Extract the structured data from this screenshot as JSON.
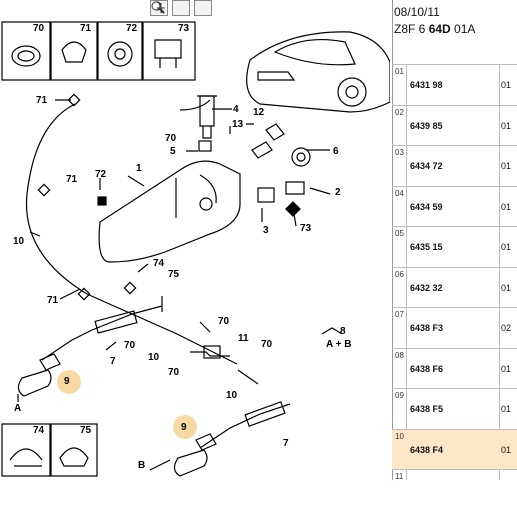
{
  "toolbar": {
    "zoom_in": "zoom-in",
    "zoom_out": "zoom-out",
    "move": "move"
  },
  "header": {
    "date": "08/10/11",
    "code_prefix": "Z8F 6",
    "code_bold": "64D",
    "code_suffix": "01A"
  },
  "callouts": {
    "c70a": "70",
    "c71a": "71",
    "c72a": "72",
    "c73a": "73",
    "c71": "71",
    "c4": "4",
    "c12": "12",
    "c70": "70",
    "c13": "13",
    "c5": "5",
    "c6": "6",
    "c1": "1",
    "c71b": "71",
    "c72": "72",
    "c2": "2",
    "c10": "10",
    "c3": "3",
    "c73": "73",
    "c74": "74",
    "c75": "75",
    "c71c": "71",
    "c70b": "70",
    "c8": "8",
    "c8ab": "A + B",
    "c7": "7",
    "c70c": "70",
    "c11": "11",
    "c10b": "10",
    "c70d": "70",
    "c9": "9",
    "c70e": "70",
    "cA": "A",
    "c9b": "9",
    "c10c": "10",
    "c7b": "7",
    "cB": "B",
    "c74b": "74",
    "c75b": "75"
  },
  "parts": [
    {
      "num": "01",
      "ref": "6431 98",
      "qty": "01"
    },
    {
      "num": "02",
      "ref": "6439 85",
      "qty": "01"
    },
    {
      "num": "03",
      "ref": "6434 72",
      "qty": "01"
    },
    {
      "num": "04",
      "ref": "6434 59",
      "qty": "01"
    },
    {
      "num": "05",
      "ref": "6435 15",
      "qty": "01"
    },
    {
      "num": "06",
      "ref": "6432 32",
      "qty": "01"
    },
    {
      "num": "07",
      "ref": "6438 F3",
      "qty": "02"
    },
    {
      "num": "08",
      "ref": "6438 F6",
      "qty": "01"
    },
    {
      "num": "09",
      "ref": "6438 F5",
      "qty": "01"
    },
    {
      "num": "10",
      "ref": "6438 F4",
      "qty": "01"
    },
    {
      "num": "11",
      "ref": "",
      "qty": ""
    }
  ],
  "selected_row": 9,
  "colors": {
    "highlight": "#f7d9a3",
    "selected_row": "#fbe6c8"
  }
}
